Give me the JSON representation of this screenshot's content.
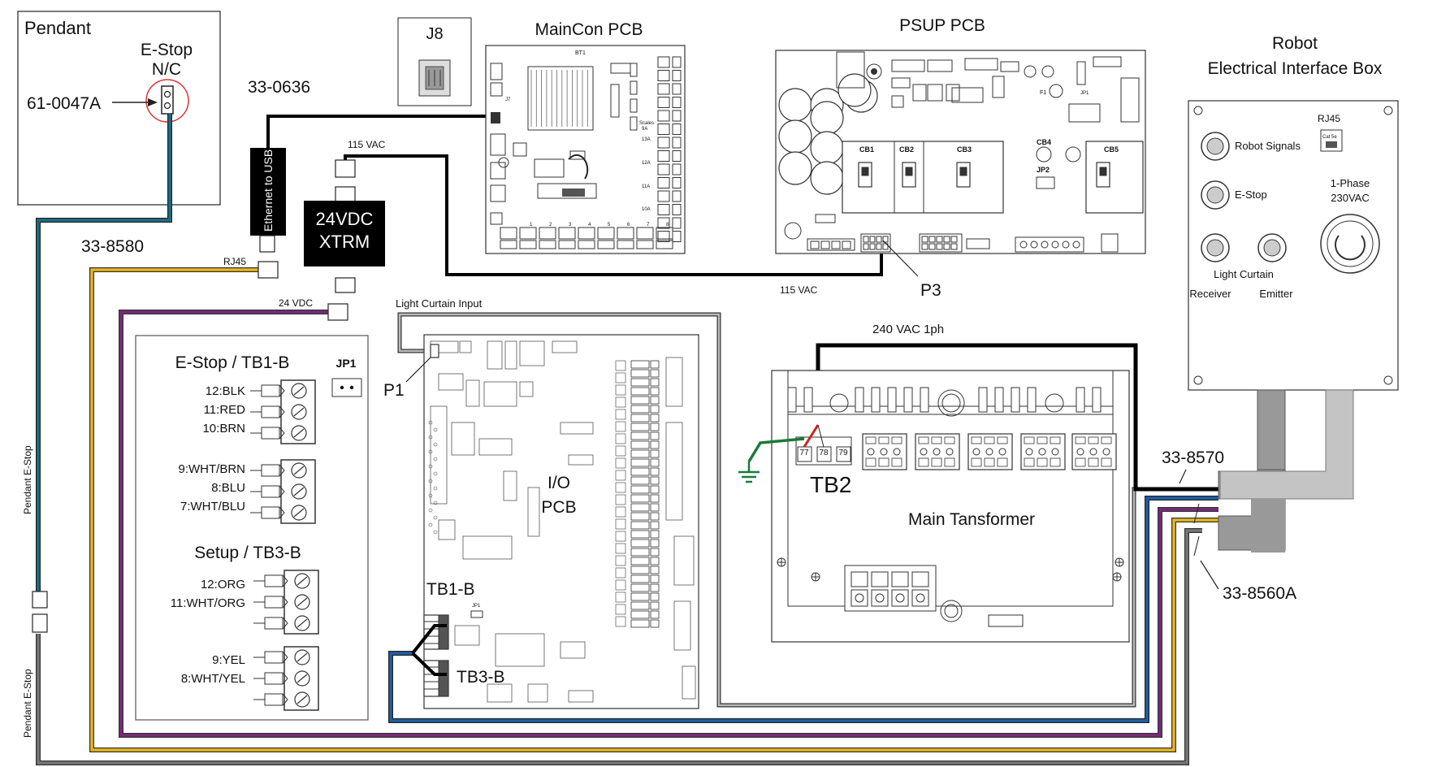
{
  "labels": {
    "pendant": "Pendant",
    "estop_nc": [
      "E-Stop",
      "N/C"
    ],
    "part_61_0047a": "61-0047A",
    "cable_33_0636": "33-0636",
    "cable_33_8580": "33-8580",
    "j8": "J8",
    "maincon_pcb": "MainCon PCB",
    "psup_pcb": "PSUP PCB",
    "robot_box": [
      "Robot",
      "Electrical Interface Box"
    ],
    "rj45_box": "RJ45",
    "cat5e": "Cat 5e",
    "robot_signals": "Robot Signals",
    "estop_conn": "E-Stop",
    "one_phase": [
      "1-Phase",
      "230VAC"
    ],
    "light_curtain": "Light Curtain",
    "receiver": "Receiver",
    "emitter": "Emitter",
    "eth_usb": "Ethernet to USB",
    "vac115_top": "115 VAC",
    "xtrm": [
      "24VDC",
      "XTRM"
    ],
    "rj45_cable": "RJ45",
    "vdc24": "24 VDC",
    "vac115_bottom": "115 VAC",
    "p3": "P3",
    "light_curtain_input": "Light Curtain Input",
    "p1": "P1",
    "vac240": "240 VAC 1ph",
    "tb2": "TB2",
    "main_transformer": "Main Tansformer",
    "cable_33_8570": "33-8570",
    "cable_33_8560a": "33-8560A",
    "io_pcb": [
      "I/O",
      "PCB"
    ],
    "tb1b": "TB1-B",
    "tb3b": "TB3-B",
    "jp1_small": "JP1",
    "pendant_estop_1": "Pendant E-Stop",
    "pendant_estop_2": "Pendant E-Stop",
    "tb_labels": [
      "77",
      "78",
      "79"
    ],
    "cb_labels": [
      "CB1",
      "CB2",
      "CB3",
      "CB4",
      "CB5"
    ],
    "jp2": "JP2",
    "jp1_psup": "JP1",
    "f1": "F1",
    "bt1": "BT1",
    "j7": "J7",
    "scales": "Scales",
    "maincon_row": [
      "13A",
      "12A",
      "11A",
      "10A"
    ],
    "maincon_row_b": [
      "9A"
    ],
    "maincon_bottom_nums": [
      "1",
      "2",
      "3",
      "4",
      "5",
      "6",
      "7",
      "8"
    ]
  },
  "inset": {
    "estop_title": "E-Stop / TB1-B",
    "jp1": "JP1",
    "estop_wires_a": [
      "12:BLK",
      "11:RED",
      "10:BRN"
    ],
    "estop_wires_b": [
      "9:WHT/BRN",
      "8:BLU",
      "7:WHT/BLU"
    ],
    "setup_title": "Setup / TB3-B",
    "setup_wires_a": [
      "12:ORG",
      "11:WHT/ORG"
    ],
    "setup_wires_b": [
      "9:YEL",
      "8:WHT/YEL"
    ]
  },
  "colors": {
    "blue_cable": "#1f5fa8",
    "teal_cable": "#1b6f8a",
    "yellow_cable": "#e8b820",
    "purple_cable": "#7a2a7a",
    "gray_cable": "#555555",
    "black_cable": "#000000",
    "green_ground": "#1a7a3a",
    "red_wire": "#cc2222",
    "estop_circle": "#dd3333",
    "harness_dark": "#999999",
    "harness_light": "#c4c4c4"
  }
}
